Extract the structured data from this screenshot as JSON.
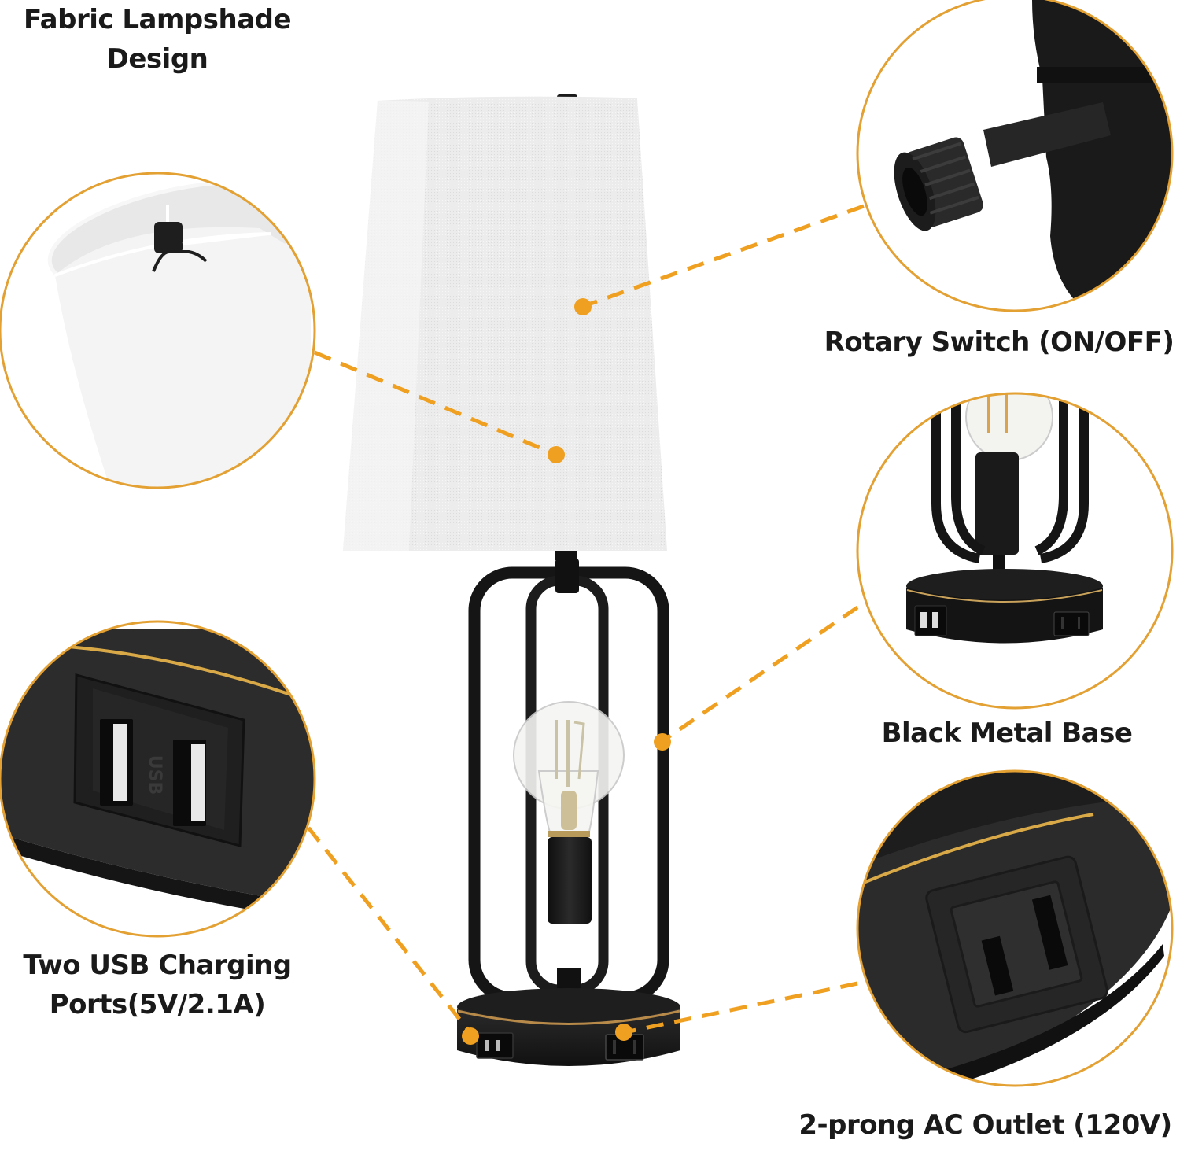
{
  "theme": {
    "accent": "#F0A020",
    "circle_stroke": "#E3A033",
    "metal_black": "#1c1c1c",
    "shade_white": "#efefef",
    "label_color": "#1a1a1a"
  },
  "product": {
    "name": "Table lamp with fabric shade, black metal cage base, USB and AC outlets"
  },
  "callouts": [
    {
      "id": "lampshade",
      "title_lines": [
        "Fabric Lampshade",
        "Design"
      ],
      "position": "left-top",
      "detail": "Close-up of white fabric lampshade interior with harp and finial"
    },
    {
      "id": "rotary-switch",
      "title_lines": [
        "Rotary Switch (ON/OFF)"
      ],
      "position": "right-top",
      "detail": "Close-up of ribbed black rotary switch knob"
    },
    {
      "id": "metal-base",
      "title_lines": [
        "Black Metal Base"
      ],
      "position": "right-middle",
      "detail": "Close-up of black metal cage frame and round base with outlets"
    },
    {
      "id": "usb-ports",
      "title_lines": [
        "Two USB Charging",
        "Ports(5V/2.1A)"
      ],
      "position": "left-bottom",
      "detail": "Close-up of two USB-A ports labeled USB"
    },
    {
      "id": "ac-outlet",
      "title_lines": [
        "2-prong AC Outlet (120V)"
      ],
      "position": "right-bottom",
      "detail": "Close-up of 2-prong AC outlet on base"
    }
  ],
  "usb_port_text": "USB"
}
